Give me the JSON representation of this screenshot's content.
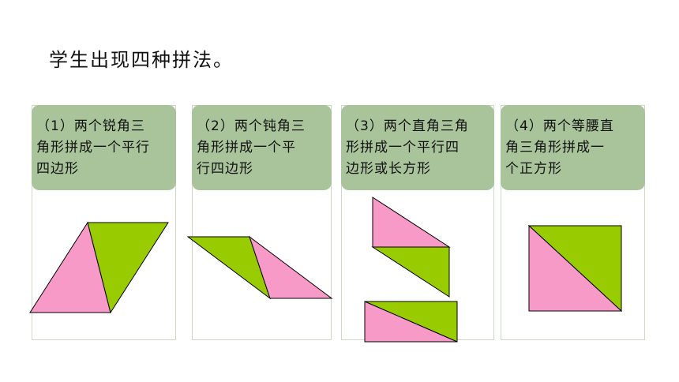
{
  "title": "学生出现四种拼法。",
  "cards": [
    {
      "label": "（1）两个锐角三\n角形拼成一个平行\n四边形"
    },
    {
      "label": "（2）两个钝角三\n角形拼成一个平\n行四边形"
    },
    {
      "label": "（3）两个直角三角\n形拼成一个平行四\n边形或长方形"
    },
    {
      "label": "（4）两个等腰直\n角三角形拼成一\n个正方形"
    }
  ],
  "colors": {
    "pink": "#f79ac8",
    "green": "#99cc00",
    "header": "#a9c49a",
    "stroke": "#000000"
  }
}
